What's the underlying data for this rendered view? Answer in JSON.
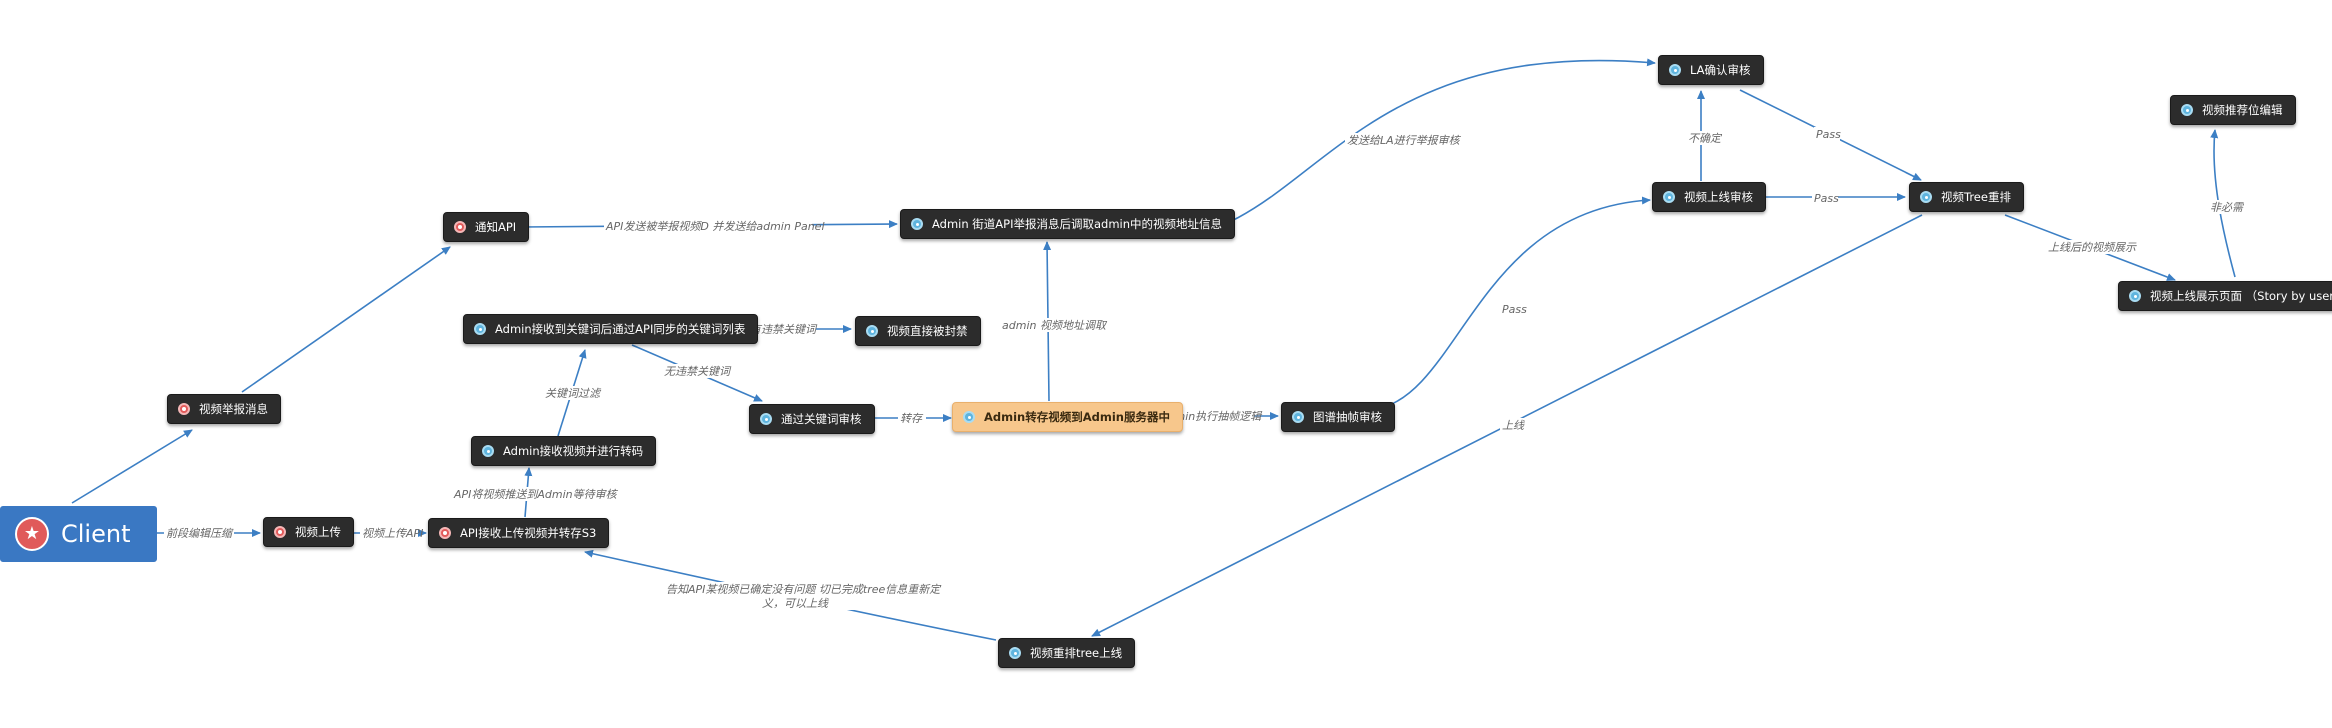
{
  "nodes": {
    "client": "Client",
    "report": "视频举报消息",
    "notify_api": "通知API",
    "admin_fetch": "Admin 街道API举报消息后调取admin中的视频地址信息",
    "la_review": "LA确认审核",
    "online_review": "视频上线审核",
    "tree_rank": "视频Tree重排",
    "recommend_edit": "视频推荐位编辑",
    "online_page": "视频上线展示页面 （Story by user）",
    "keyword_list": "Admin接收到关键词后通过API同步的关键词列表",
    "direct_ban": "视频直接被封禁",
    "keyword_pass": "通过关键词审核",
    "admin_store": "Admin转存视频到Admin服务器中",
    "frame_review": "图谱抽帧审核",
    "transcode": "Admin接收视频并进行转码",
    "upload": "视频上传",
    "api_receive": "API接收上传视频并转存S3",
    "tree_online": "视频重排tree上线"
  },
  "edges": {
    "front_compress": "前段编辑压缩",
    "upload_api": "视频上传API",
    "api_push_admin": "API将视频推送到Admin等待审核",
    "keyword_filter": "关键词过滤",
    "has_banned": "有违禁关键词",
    "no_banned": "无违禁关键词",
    "transfer": "转存",
    "admin_frame": "Admin执行抽帧逻辑",
    "pass1": "Pass",
    "pass2": "Pass",
    "pass3": "Pass",
    "uncertain": "不确定",
    "send_la": "发送给LA进行举报审核",
    "api_send_panel": "API发送被举报视频D 并发送给admin Panel",
    "admin_addr": "admin 视频地址调取",
    "after_online": "上线后的视频展示",
    "if_needed": "非必需",
    "go_online": "上线",
    "inform_api_1": "告知API某视频已确定没有问题 切已完成tree信息重新定",
    "inform_api_2": "义，可以上线"
  },
  "icons": {
    "client": "star-icon",
    "star_nodes": "star-icon",
    "info_nodes": "info-icon"
  },
  "colors": {
    "edge": "#3c7fc4",
    "node_bg": "#2c2c2c",
    "highlight_bg": "#f7c78c",
    "root_bg": "#3a78c3",
    "star_icon": "#e25b5b",
    "info_icon": "#5fb4de"
  }
}
